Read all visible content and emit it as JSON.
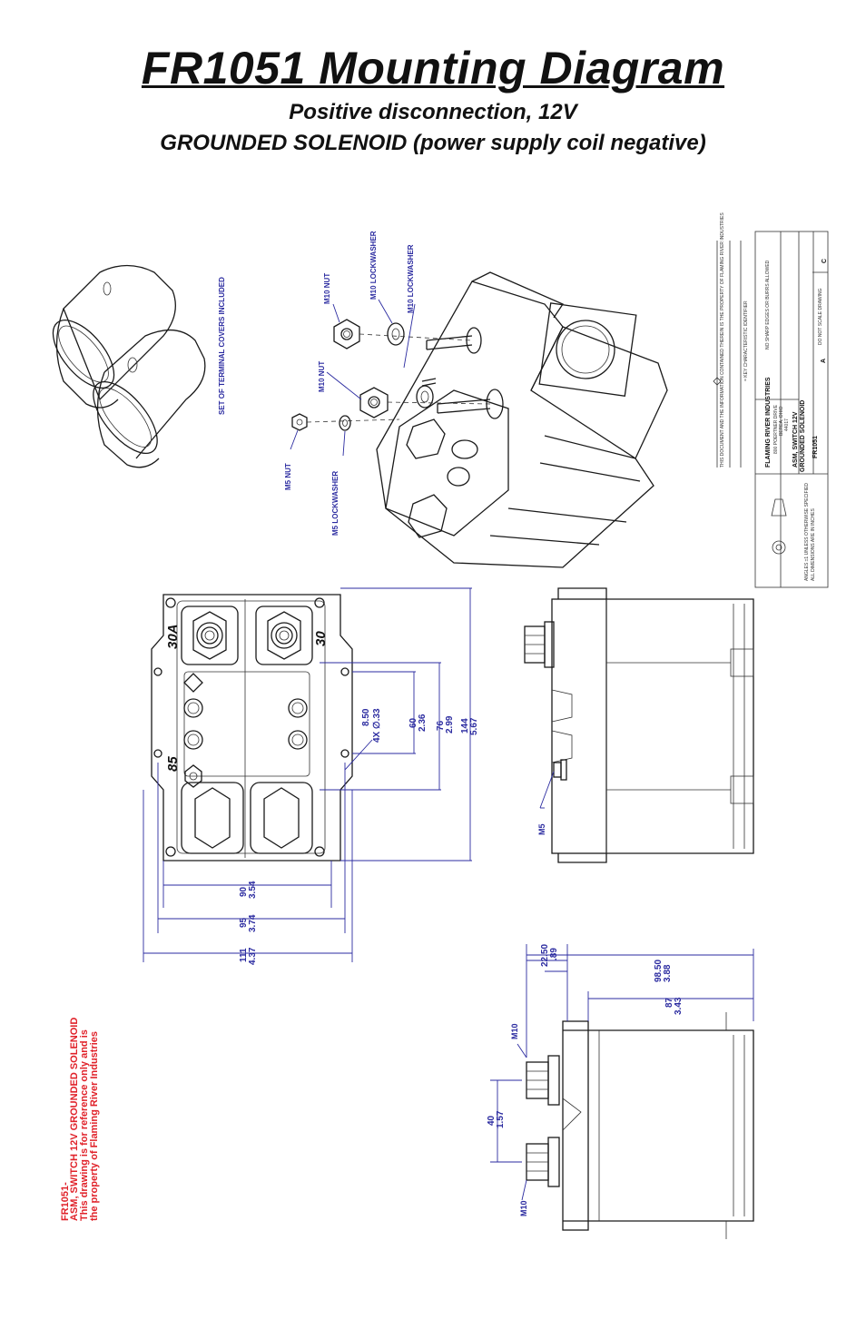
{
  "title": "FR1051 Mounting Diagram",
  "subtitle_1": "Positive disconnection, 12V",
  "subtitle_2": "GROUNDED SOLENOID (power supply coil negative)",
  "colors": {
    "dimension_blue": "#2b2ba0",
    "footer_red": "#e0222a",
    "ink": "#1a1a1a"
  },
  "exploded_view": {
    "covers_label": "SET OF TERMINAL COVERS INCLUDED",
    "parts": [
      "M10 NUT",
      "M10 LOCKWASHER",
      "M10 NUT",
      "M10 LOCKWASHER",
      "M5 NUT",
      "M5 LOCKWASHER"
    ]
  },
  "top_view": {
    "terminal_labels": [
      "30A",
      "30",
      "85"
    ],
    "hole_note": {
      "metric": "8.50",
      "imperial": "4X ∅.33"
    },
    "dims_vertical": [
      {
        "metric": "60",
        "imperial": "2.36"
      },
      {
        "metric": "76",
        "imperial": "2.99"
      },
      {
        "metric": "144",
        "imperial": "5.67"
      }
    ],
    "dims_horizontal": [
      {
        "metric": "90",
        "imperial": "3.54"
      },
      {
        "metric": "95",
        "imperial": "3.74"
      },
      {
        "metric": "111",
        "imperial": "4.37"
      }
    ]
  },
  "side_view": {
    "label": "M5"
  },
  "end_view": {
    "labels": [
      "M10",
      "M10"
    ],
    "dims": [
      {
        "metric": "22.50",
        "imperial": ".89"
      },
      {
        "metric": "98.50",
        "imperial": "3.88"
      },
      {
        "metric": "87",
        "imperial": "3.43"
      },
      {
        "metric": "40",
        "imperial": "1.57"
      }
    ]
  },
  "title_block": {
    "company": "FLAMING RIVER INDUSTRIES",
    "address_1": "800 POERTNER DRIVE",
    "address_2": "BEREA, OHIO",
    "address_3": "44017",
    "description_1": "ASM, SWITCH 12V",
    "description_2": "GROUNDED SOLENOID",
    "part_no": "FR1051",
    "revision": "A",
    "size": "C",
    "key_note": "= KEY CHARACTERISTIC IDENTIFIER",
    "no_burrs": "NO SHARP EDGES OR BURRS ALLOWED",
    "do_not_scale": "DO NOT SCALE DRAWING",
    "tolerance_note": "ANGLES ±1 UNLESS OTHERWISE SPECIFIED",
    "dimensions_note": "ALL DIMENSIONS ARE IN INCHES",
    "property_note": "THIS DOCUMENT AND THE INFORMATION CONTAINED THEREIN IS THE PROPERTY OF FLAMING RIVER INDUSTRIES"
  },
  "footer": {
    "line_1": "FR1051-",
    "line_2": "ASM, SWITCH 12V GROUNDED SOLENOID",
    "line_3": "This drawing is for reference only and is",
    "line_4": "the property of Flaming River Industries"
  }
}
